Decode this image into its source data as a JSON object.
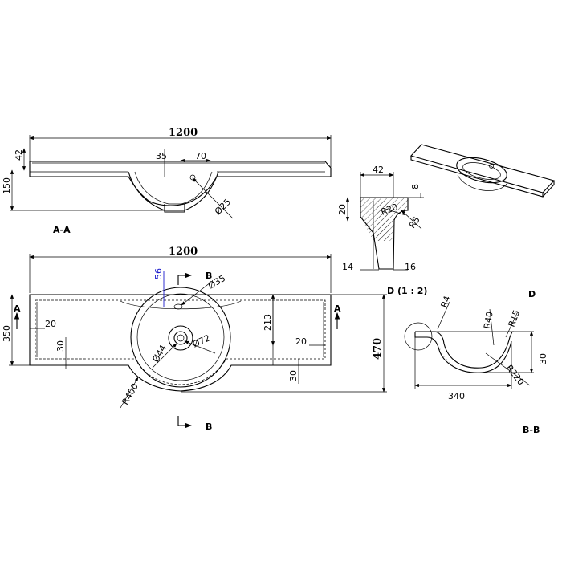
{
  "views": {
    "aa": {
      "label": "A-A",
      "width": "1200",
      "h42": "42",
      "h150": "150",
      "d35": "35",
      "d70": "70",
      "phi25": "Ø25"
    },
    "plan": {
      "width": "1200",
      "depth": "470",
      "d350": "350",
      "d56": "56",
      "phi35": "Ø35",
      "d213": "213",
      "d20l": "20",
      "d30l": "30",
      "d20r": "20",
      "d30b": "30",
      "phi44": "Ø44",
      "phi72": "Ø72",
      "r400": "R400",
      "markA": "A",
      "markB": "B"
    },
    "detail": {
      "d42": "42",
      "d8": "8",
      "d20": "20",
      "r20": "R20",
      "r5": "R5",
      "d14": "14",
      "d16": "16",
      "title": "D (1 : 2)"
    },
    "bb": {
      "label": "B-B",
      "mark": "D",
      "r4": "R4",
      "r40": "R40",
      "r15": "R15",
      "r220": "R220",
      "d30": "30",
      "d340": "340"
    }
  }
}
